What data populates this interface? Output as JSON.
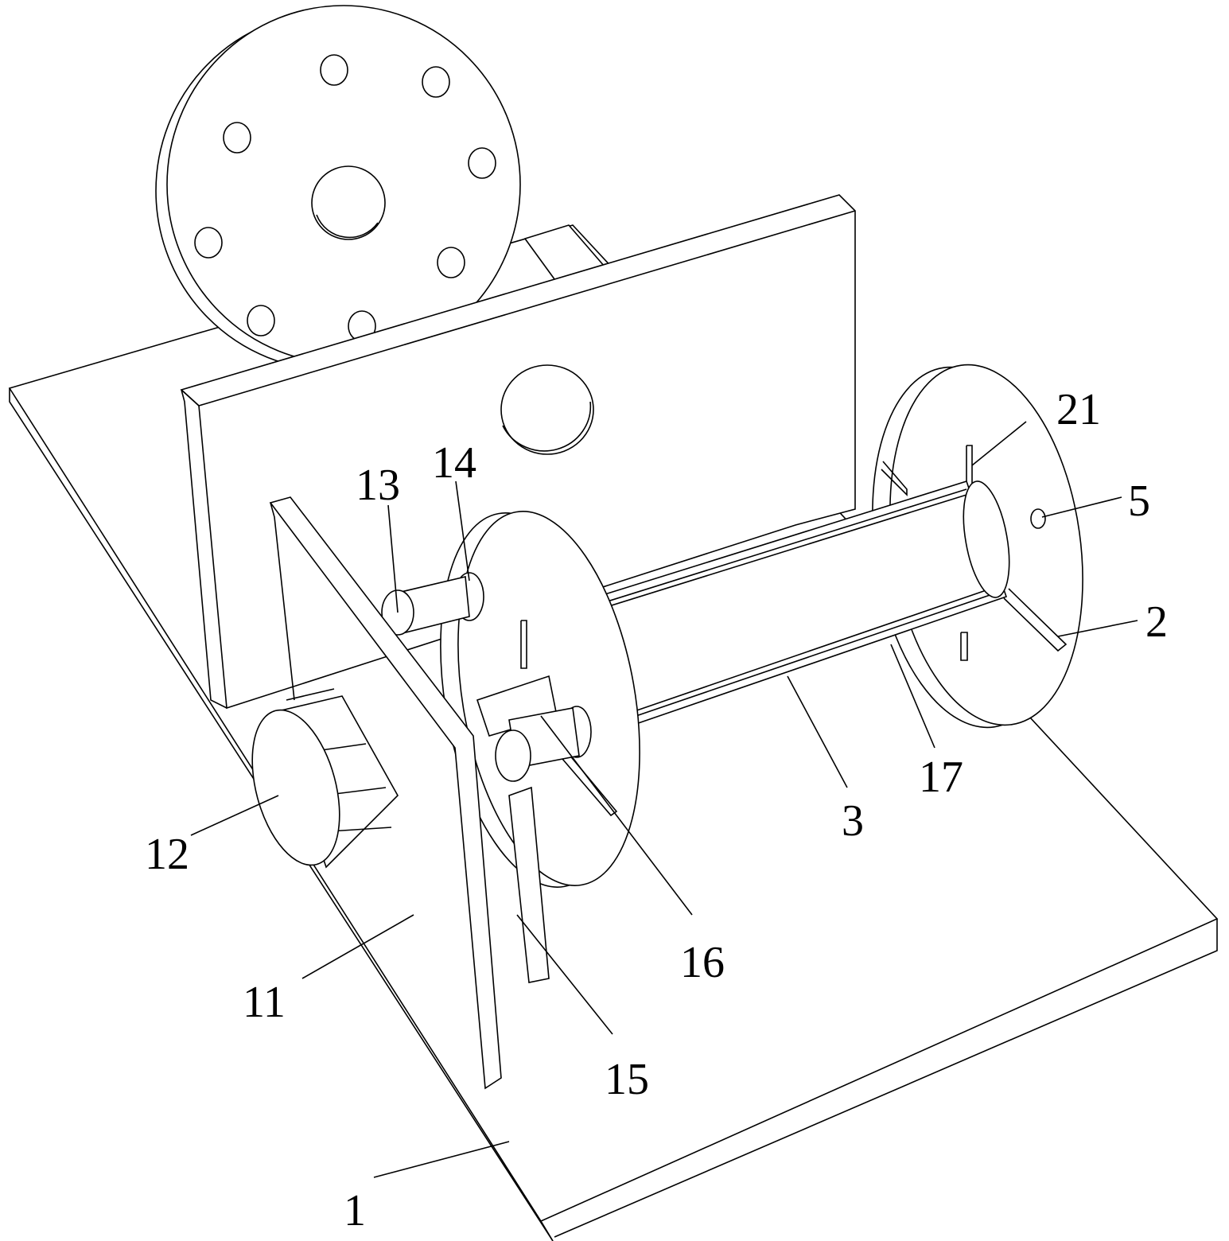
{
  "figure": {
    "type": "patent mechanical drawing",
    "labels": {
      "l1": "1",
      "l2": "2",
      "l3": "3",
      "l5": "5",
      "l11": "11",
      "l12": "12",
      "l13": "13",
      "l14": "14",
      "l15": "15",
      "l16": "16",
      "l17": "17",
      "l21": "21"
    },
    "line_color": "#000000",
    "background": "#ffffff"
  }
}
